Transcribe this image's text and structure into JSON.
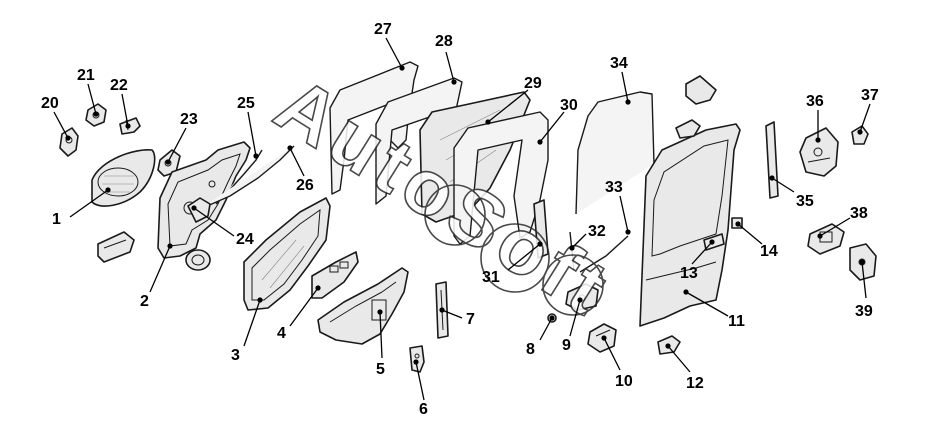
{
  "watermark": "AutoSoft",
  "callouts": [
    {
      "id": "1",
      "label": "1"
    },
    {
      "id": "2",
      "label": "2"
    },
    {
      "id": "3",
      "label": "3"
    },
    {
      "id": "4",
      "label": "4"
    },
    {
      "id": "5",
      "label": "5"
    },
    {
      "id": "6",
      "label": "6"
    },
    {
      "id": "7",
      "label": "7"
    },
    {
      "id": "8",
      "label": "8"
    },
    {
      "id": "9",
      "label": "9"
    },
    {
      "id": "10",
      "label": "10"
    },
    {
      "id": "11",
      "label": "11"
    },
    {
      "id": "12",
      "label": "12"
    },
    {
      "id": "13",
      "label": "13"
    },
    {
      "id": "14",
      "label": "14"
    },
    {
      "id": "20",
      "label": "20"
    },
    {
      "id": "21",
      "label": "21"
    },
    {
      "id": "22",
      "label": "22"
    },
    {
      "id": "23",
      "label": "23"
    },
    {
      "id": "24",
      "label": "24"
    },
    {
      "id": "25",
      "label": "25"
    },
    {
      "id": "26",
      "label": "26"
    },
    {
      "id": "27",
      "label": "27"
    },
    {
      "id": "28",
      "label": "28"
    },
    {
      "id": "29",
      "label": "29"
    },
    {
      "id": "30",
      "label": "30"
    },
    {
      "id": "31",
      "label": "31"
    },
    {
      "id": "32",
      "label": "32"
    },
    {
      "id": "33",
      "label": "33"
    },
    {
      "id": "34",
      "label": "34"
    },
    {
      "id": "35",
      "label": "35"
    },
    {
      "id": "36",
      "label": "36"
    },
    {
      "id": "37",
      "label": "37"
    },
    {
      "id": "38",
      "label": "38"
    },
    {
      "id": "39",
      "label": "39"
    }
  ]
}
